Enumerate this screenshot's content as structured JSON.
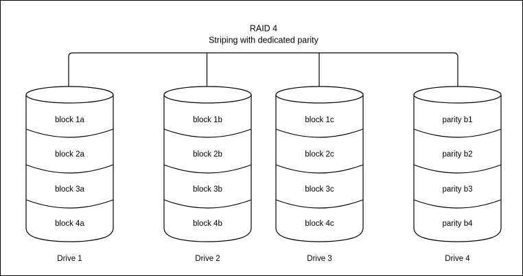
{
  "diagram": {
    "title": "RAID 4",
    "subtitle": "Striping with dedicated parity",
    "stroke_color": "#000000",
    "background_color": "#ffffff",
    "border_color": "#000000",
    "drives": [
      {
        "label": "Drive 1",
        "blocks": [
          "block 1a",
          "block 2a",
          "block 3a",
          "block 4a"
        ]
      },
      {
        "label": "Drive 2",
        "blocks": [
          "block 1b",
          "block 2b",
          "block 3b",
          "block 4b"
        ]
      },
      {
        "label": "Drive 3",
        "blocks": [
          "block 1c",
          "block 2c",
          "block 3c",
          "block 4c"
        ]
      },
      {
        "label": "Drive 4",
        "blocks": [
          "parity b1",
          "parity b2",
          "parity b3",
          "parity b4"
        ]
      }
    ]
  }
}
